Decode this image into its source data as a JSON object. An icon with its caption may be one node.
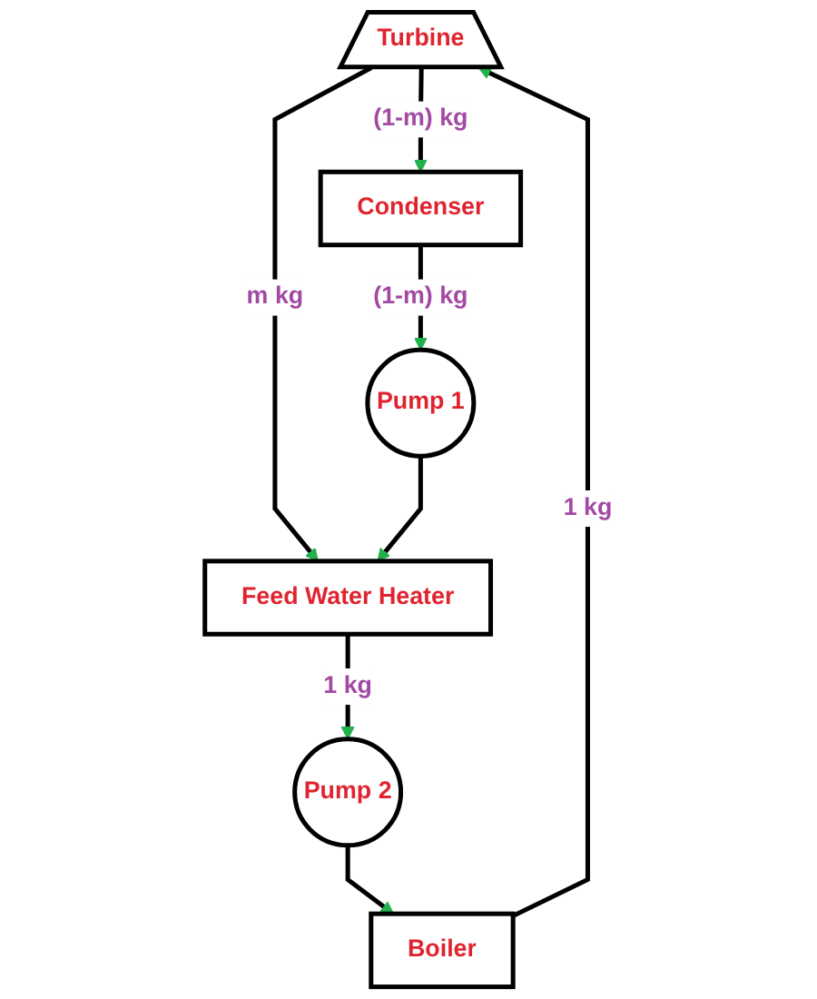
{
  "diagram": {
    "nodes": [
      {
        "text": [
          "Turbine"
        ]
      },
      {
        "text": [
          "Boiler"
        ]
      },
      {
        "text": [
          "Condenser"
        ]
      },
      {
        "text": [
          "Pump 2"
        ]
      },
      {
        "text": [
          "Feed Water Heater"
        ]
      },
      {
        "text": [
          "Pump 1"
        ]
      }
    ],
    "edges": [
      {
        "from": 1,
        "to": 0,
        "arrow": "to",
        "label": "1 kg"
      },
      {
        "from": 0,
        "to": 2,
        "arrow": "to",
        "label": "(1-m) kg"
      },
      {
        "from": 0,
        "to": 4,
        "arrow": "to",
        "label": "m kg"
      },
      {
        "from": 2,
        "to": 5,
        "arrow": "to",
        "label": "(1-m) kg"
      },
      {
        "from": 5,
        "to": 4,
        "arrow": "to"
      },
      {
        "from": 4,
        "to": 3,
        "arrow": "to",
        "label": "1 kg"
      },
      {
        "from": 3,
        "to": 1,
        "arrow": "to"
      }
    ]
  }
}
